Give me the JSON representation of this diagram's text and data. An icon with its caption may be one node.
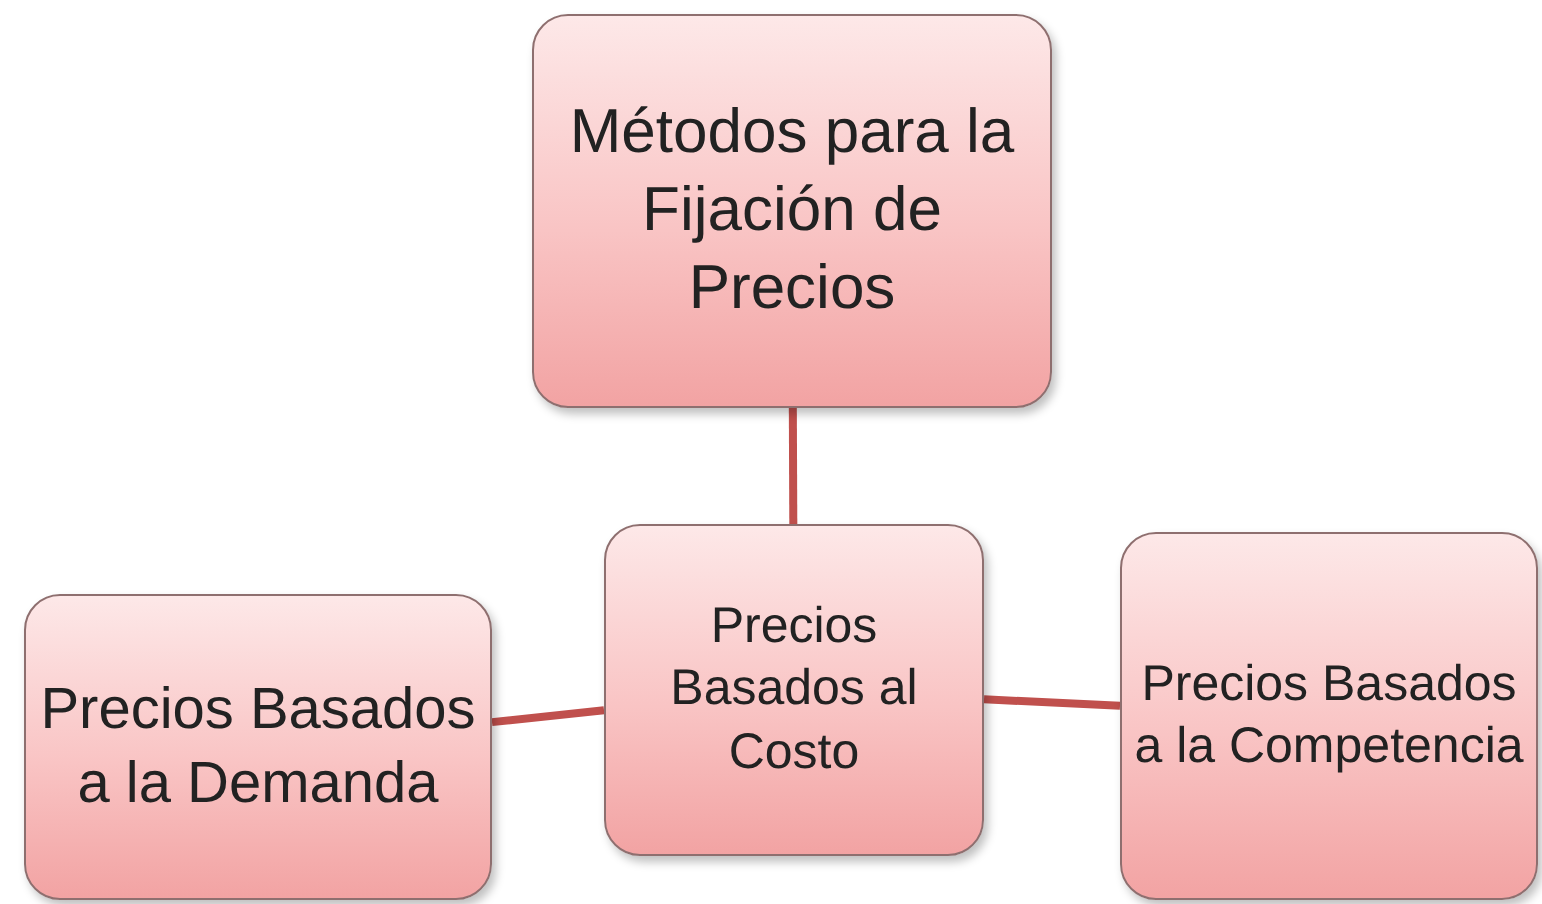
{
  "diagram": {
    "nodes": [
      {
        "text": [
          "Métodos para la Fijación de Precios"
        ]
      },
      {
        "text": [
          "Precios Basados al Costo"
        ]
      },
      {
        "text": [
          "Precios Basados a la Demanda"
        ]
      },
      {
        "text": [
          "Precios Basados a la Competencia"
        ]
      }
    ],
    "edges": [
      {
        "from": 0,
        "to": 1,
        "arrow": "none"
      },
      {
        "from": 1,
        "to": 2,
        "arrow": "none"
      },
      {
        "from": 1,
        "to": 3,
        "arrow": "none"
      }
    ]
  }
}
